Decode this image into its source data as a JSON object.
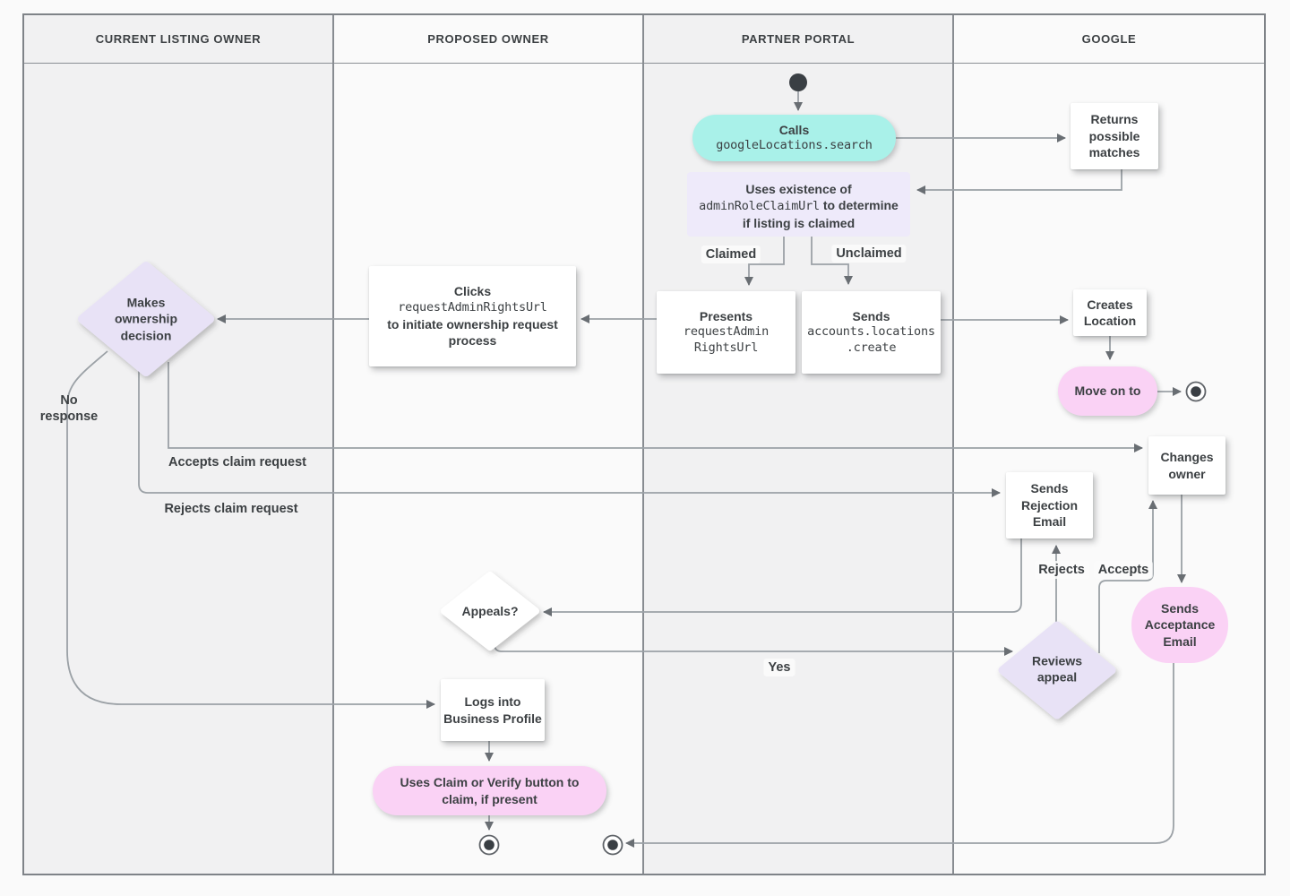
{
  "lanes": [
    {
      "label": "CURRENT LISTING OWNER"
    },
    {
      "label": "PROPOSED OWNER"
    },
    {
      "label": "PARTNER PORTAL"
    },
    {
      "label": "GOOGLE"
    }
  ],
  "nodes": {
    "calls": {
      "label": "Calls",
      "code": "googleLocations.search"
    },
    "returns_matches": {
      "label": "Returns possible matches"
    },
    "uses_existence": {
      "before": "Uses existence of",
      "code": "adminRoleClaimUrl",
      "after": "to determine if listing is claimed"
    },
    "presents": {
      "label": "Presents",
      "code_lines": [
        "requestAdmin",
        "RightsUrl"
      ]
    },
    "sends_create": {
      "label": "Sends",
      "code_lines": [
        "accounts.locations",
        ".create"
      ]
    },
    "clicks": {
      "label": "Clicks",
      "code": "requestAdminRightsUrl",
      "after": "to initiate ownership request process"
    },
    "makes_decision": {
      "label": "Makes ownership decision"
    },
    "creates_location": {
      "label": "Creates Location"
    },
    "move_on": {
      "label": "Move on to"
    },
    "changes_owner": {
      "label": "Changes owner"
    },
    "sends_rejection": {
      "label": "Sends Rejection Email"
    },
    "appeals": {
      "label": "Appeals?"
    },
    "reviews_appeal": {
      "label": "Reviews appeal"
    },
    "sends_acceptance": {
      "label": "Sends Acceptance Email"
    },
    "logs_in": {
      "label": "Logs into Business Profile"
    },
    "uses_claim": {
      "label": "Uses Claim or Verify button to claim, if present"
    }
  },
  "edge_labels": {
    "claimed": "Claimed",
    "unclaimed": "Unclaimed",
    "no_response": "No response",
    "accepts_claim": "Accepts claim request",
    "rejects_claim": "Rejects claim request",
    "rejects": "Rejects",
    "accepts": "Accepts",
    "yes": "Yes"
  },
  "colors": {
    "teal": "#a9f1e9",
    "lavender_box": "#eeeafa",
    "lavender_diamond": "#e8e2f6",
    "pink": "#fad2f5",
    "line": "#9ba1a6",
    "arrow": "#696e73",
    "terminal": "#3a3f44",
    "text": "#3c4043"
  }
}
